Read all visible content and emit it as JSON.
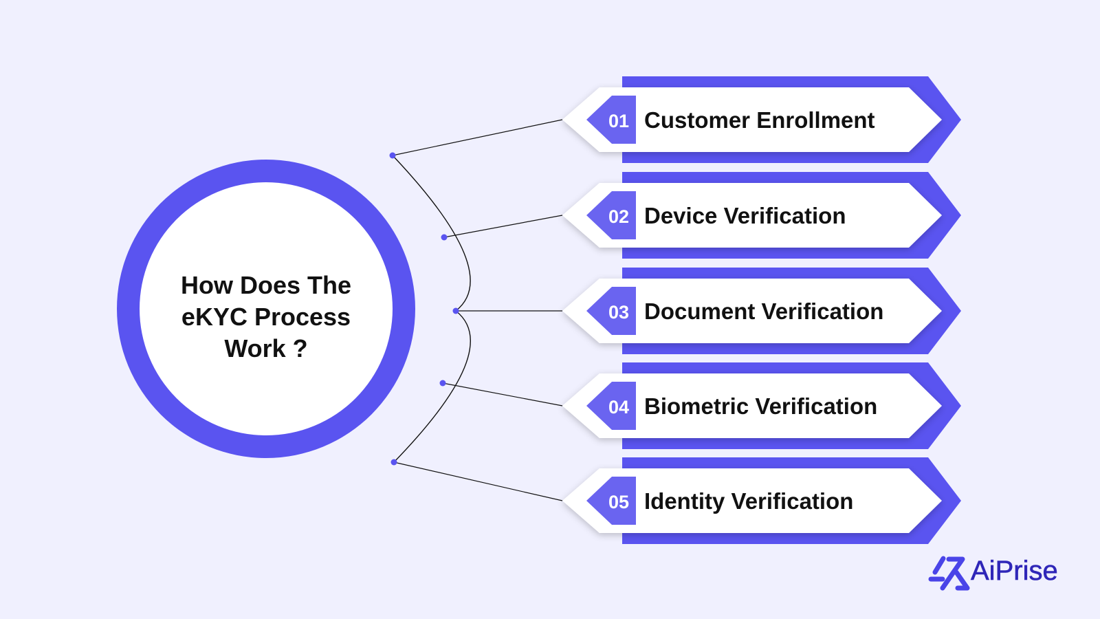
{
  "hub": {
    "title": "How Does The eKYC Process Work ?"
  },
  "steps": [
    {
      "number": "01",
      "label": "Customer Enrollment"
    },
    {
      "number": "02",
      "label": "Device Verification"
    },
    {
      "number": "03",
      "label": "Document Verification"
    },
    {
      "number": "04",
      "label": "Biometric Verification"
    },
    {
      "number": "05",
      "label": "Identity Verification"
    }
  ],
  "brand": {
    "name": "AiPrise",
    "logo_icon": "aiprise-triangle-logo-icon"
  },
  "colors": {
    "background": "#f0f0fe",
    "accent": "#5a54f0",
    "accent_dark": "#2f26b8",
    "badge": "#6a64f0",
    "text": "#111111"
  }
}
